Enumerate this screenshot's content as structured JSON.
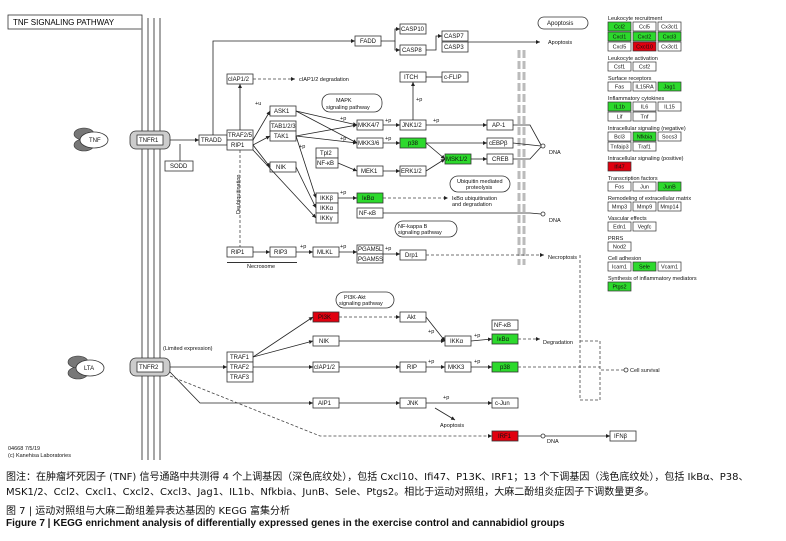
{
  "diagram": {
    "title": "TNF SIGNALING PATHWAY",
    "footer_code": "04668 7/5/19",
    "footer_copyright": "(c) Kanehisa Laboratories",
    "colors": {
      "upregulated": "#e0000f",
      "downregulated": "#2cd92c",
      "node_border": "#333333"
    },
    "ligands": [
      "TNF",
      "LTA"
    ],
    "receptors": [
      "TNFR1",
      "TNFR2"
    ],
    "nodes": {
      "sodd": "SODD",
      "tradd": "TRADD",
      "traf25": "TRAF2/5",
      "rip1": "RIP1",
      "ciap12": "cIAP1/2",
      "ciap_deg": "cIAP1/2 degradation",
      "fadd": "FADD",
      "casp10": "CASP10",
      "casp8": "CASP8",
      "casp7": "CASP7",
      "casp3": "CASP3",
      "apoptosis": "Apoptosis",
      "itch": "ITCH",
      "cflip": "c-FLIP",
      "ask1": "ASK1",
      "tab123": "TAB1/2/3",
      "tak1": "TAK1",
      "nik": "NIK",
      "mapk": "MAPK signaling pathway",
      "mkk47": "MKK4/7",
      "mkk36": "MKK3/6",
      "jnk12": "JNK1/2",
      "p38": "p38",
      "ap1": "AP-1",
      "cebpb": "cEBPβ",
      "msk12": "MSK1/2",
      "creb": "CREB",
      "tpl2": "Tpl2",
      "nfkb": "NF-κB",
      "mek1": "MEK1",
      "erk12": "ERK1/2",
      "ikkb": "IKKβ",
      "ikka": "IKKα",
      "ikkg": "IKKγ",
      "ikba": "IκBα",
      "nfkb2": "NF-κB",
      "ubi": "Ubiquitin mediated proteolysis",
      "ikb_deg": "IκBα ubiquitination and degradation",
      "nfkb_path": "NF-kappa B signaling pathway",
      "dna": "DNA",
      "deubi": "Deubiquitination",
      "rip3": "RIP3",
      "mlkl": "MLKL",
      "pgam5l": "PGAM5L",
      "pgam5s": "PGAM5S",
      "drp1": "Drp1",
      "necroptosis": "Necroptosis",
      "necrosome": "Necrosome",
      "pi3k_path": "PI3K-Akt signaling pathway",
      "pi3k": "PI3K",
      "akt": "Akt",
      "limited": "(Limited expression)",
      "traf1": "TRAF1",
      "traf2": "TRAF2",
      "traf3": "TRAF3",
      "ciap12b": "cIAP1/2",
      "nik2": "NIK",
      "ikka2": "IKKα",
      "rip": "RIP",
      "mkk3": "MKK3",
      "p38b": "p38",
      "nfkb3": "NF-κB",
      "ikba2": "IκBα",
      "degradation": "Degradation",
      "cell_survival": "Cell survival",
      "aip1": "AIP1",
      "jnk": "JNK",
      "cjun": "c-Jun",
      "apoptosis2": "Apoptosis",
      "irf1": "IRF1",
      "ifnb": "IFNβ",
      "dna2": "DNA",
      "p": "+p",
      "u": "+u"
    },
    "sidebar": [
      {
        "header": "Leukocyte recruitment",
        "genes": [
          {
            "name": "Ccl2",
            "state": "down"
          },
          {
            "name": "Ccl5",
            "state": "none"
          },
          {
            "name": "Cx3cl1",
            "state": "none"
          },
          {
            "name": "Cxcl1",
            "state": "down"
          },
          {
            "name": "Cxcl2",
            "state": "down"
          },
          {
            "name": "Cxcl3",
            "state": "down"
          },
          {
            "name": "Cxcl5",
            "state": "none"
          },
          {
            "name": "Cxcl10",
            "state": "up"
          },
          {
            "name": "Cx3cl1",
            "state": "none"
          }
        ]
      },
      {
        "header": "Leukocyte activation",
        "genes": [
          {
            "name": "Csf1",
            "state": "none"
          },
          {
            "name": "Csf2",
            "state": "none"
          }
        ]
      },
      {
        "header": "Surface receptors",
        "genes": [
          {
            "name": "Fas",
            "state": "none"
          },
          {
            "name": "IL15RA",
            "state": "none"
          },
          {
            "name": "Jag1",
            "state": "down"
          }
        ]
      },
      {
        "header": "Inflammatory cytokines",
        "genes": [
          {
            "name": "IL1b",
            "state": "down"
          },
          {
            "name": "IL6",
            "state": "none"
          },
          {
            "name": "IL15",
            "state": "none"
          },
          {
            "name": "Lif",
            "state": "none"
          },
          {
            "name": "Tnf",
            "state": "none"
          }
        ]
      },
      {
        "header": "Intracellular signaling (negative)",
        "genes": [
          {
            "name": "Bcl3",
            "state": "none"
          },
          {
            "name": "Nfkbia",
            "state": "down"
          },
          {
            "name": "Socs3",
            "state": "none"
          },
          {
            "name": "Tnfaip3",
            "state": "none"
          },
          {
            "name": "Traf1",
            "state": "none"
          }
        ]
      },
      {
        "header": "Intracellular signaling (positive)",
        "genes": [
          {
            "name": "Ifi47",
            "state": "up"
          }
        ]
      },
      {
        "header": "Transcription factors",
        "genes": [
          {
            "name": "Fos",
            "state": "none"
          },
          {
            "name": "Jun",
            "state": "none"
          },
          {
            "name": "JunB",
            "state": "down"
          }
        ]
      },
      {
        "header": "Remodeling of extracellular matrix",
        "genes": [
          {
            "name": "Mmp3",
            "state": "none"
          },
          {
            "name": "Mmp9",
            "state": "none"
          },
          {
            "name": "Mmp14",
            "state": "none"
          }
        ]
      },
      {
        "header": "Vascular effects",
        "genes": [
          {
            "name": "Edn1",
            "state": "none"
          },
          {
            "name": "Vegfc",
            "state": "none"
          }
        ]
      },
      {
        "header": "PRRS",
        "genes": [
          {
            "name": "Nod2",
            "state": "none"
          }
        ]
      },
      {
        "header": "Cell adhesion",
        "genes": [
          {
            "name": "Icam1",
            "state": "none"
          },
          {
            "name": "Sele",
            "state": "down"
          },
          {
            "name": "Vcam1",
            "state": "none"
          }
        ]
      },
      {
        "header": "Synthesis of inflammatory mediators",
        "genes": [
          {
            "name": "Ptgs2",
            "state": "down"
          }
        ]
      }
    ]
  },
  "caption": {
    "note": "图注：在肿瘤坏死因子 (TNF) 信号通路中共测得 4 个上调基因（深色底纹处），包括 Cxcl10、Ifi47、P13K、IRF1；13 个下调基因（浅色底纹处），包括 IkBα、P38、MSK1/2、Ccl2、Cxcl1、Cxcl2、Cxcl3、Jag1、IL1b、Nfkbia、JunB、Sele、Ptgs2。相比于运动对照组，大麻二酚组炎症因子下调数量更多。",
    "figure_cn": "图 7 | 运动对照组与大麻二酚组差异表达基因的 KEGG 富集分析",
    "figure_en": "Figure 7 | KEGG enrichment analysis of differentially expressed genes in the exercise control and cannabidiol groups"
  }
}
